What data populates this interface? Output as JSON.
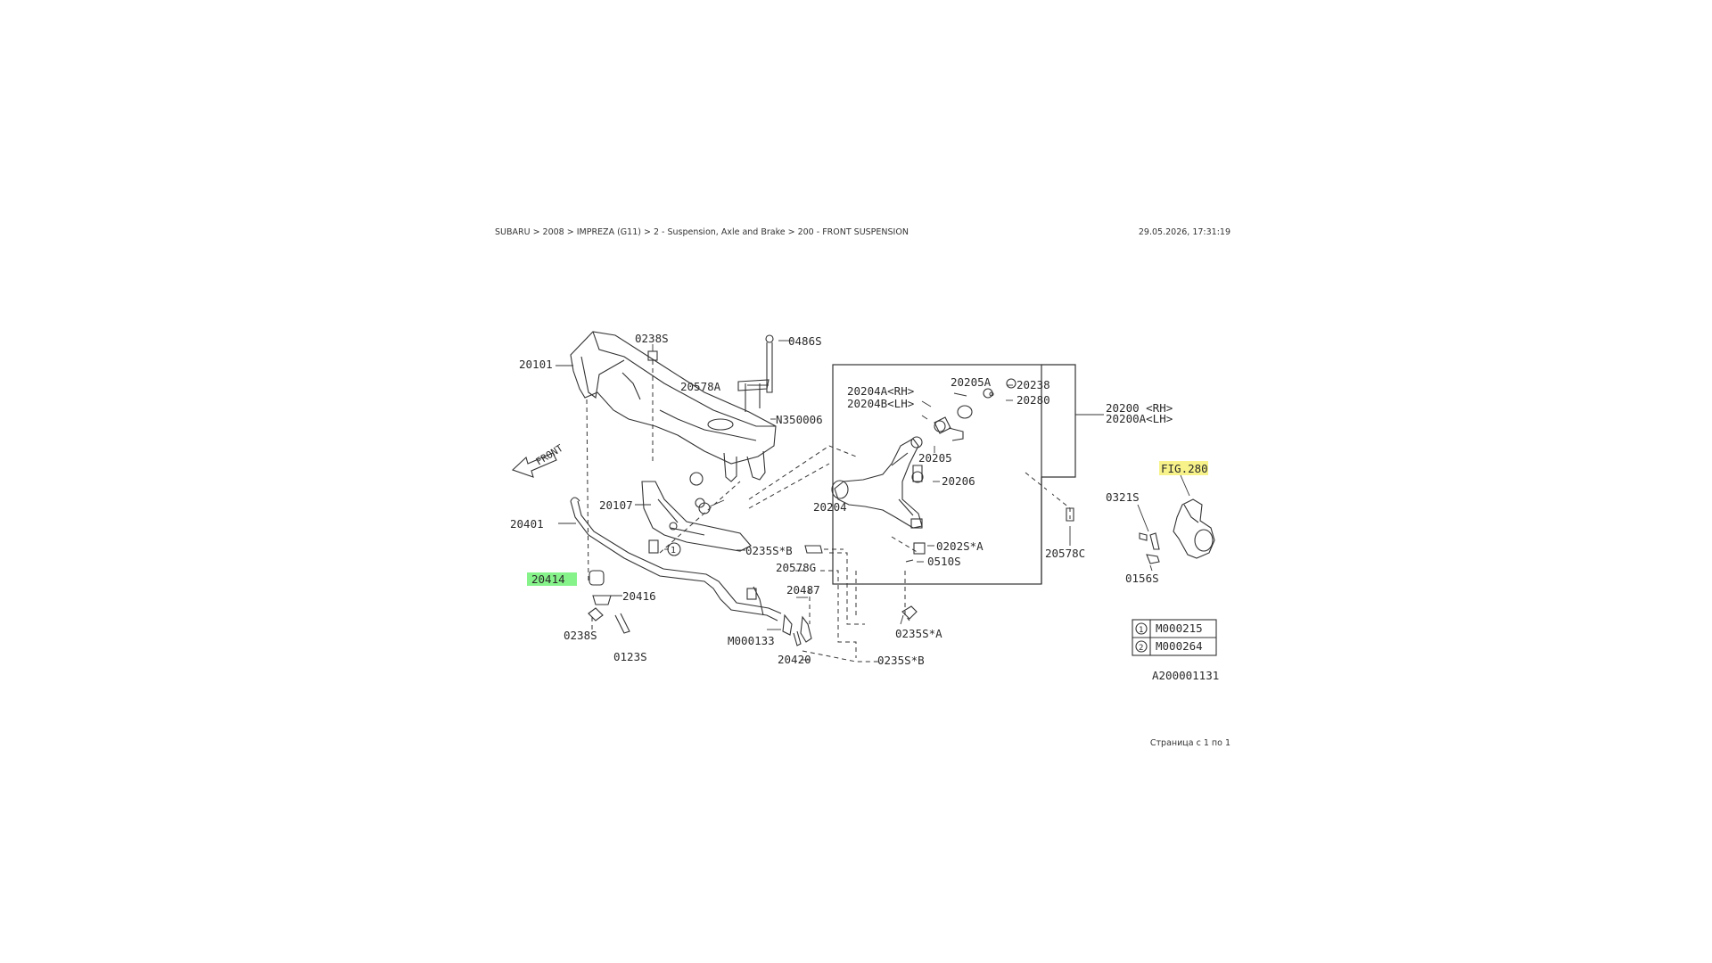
{
  "header": {
    "breadcrumb": "SUBARU > 2008 > IMPREZA (G11) > 2 - Suspension, Axle and Brake > 200 - FRONT SUSPENSION",
    "timestamp": "29.05.2026, 17:31:19"
  },
  "footer": {
    "page_info": "Страница с 1 по 1"
  },
  "diagram": {
    "front_label": "FRONT",
    "figure_code": "A200001131",
    "highlight_colors": {
      "green": "#86f28a",
      "yellow": "#f7f38a"
    },
    "parts": {
      "p20101": "20101",
      "p0238s_top": "0238S",
      "p0486s": "0486S",
      "p20578a": "20578A",
      "pn350006": "N350006",
      "p20107": "20107",
      "p20401": "20401",
      "p20414": "20414",
      "p20416": "20416",
      "p0238s_bot": "0238S",
      "p0123s": "0123S",
      "p0235s_b": "0235S*B",
      "p20578g": "20578G",
      "p20487": "20487",
      "pm000133": "M000133",
      "p20420": "20420",
      "p0235s_b2": "0235S*B",
      "p20204a": "20204A<RH>",
      "p20204b": "20204B<LH>",
      "p20205a": "20205A",
      "p20238": "20238",
      "p20280": "20280",
      "p20200": "20200 <RH>",
      "p20200a": "20200A<LH>",
      "p20205": "20205",
      "p20206": "20206",
      "p20204": "20204",
      "p0202s_a": "0202S*A",
      "p0510s": "0510S",
      "p0235s_a": "0235S*A",
      "p20578c": "20578C",
      "pfig280": "FIG.280",
      "p0321s": "0321S",
      "p0156s": "0156S"
    },
    "legend": [
      {
        "symbol": "1",
        "code": "M000215"
      },
      {
        "symbol": "2",
        "code": "M000264"
      }
    ]
  }
}
